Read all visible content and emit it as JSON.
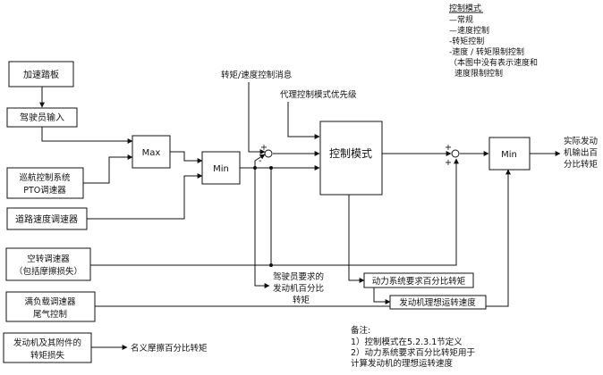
{
  "inputs": {
    "accel_pedal": "加速踏板",
    "driver_input": "驾驶员输入",
    "cruise_line1": "巡航控制系统",
    "cruise_line2": "PTO调速器",
    "road_speed_governor": "道路速度调速器",
    "idle_line1": "空转调速器",
    "idle_line2": "（包括摩擦损失）",
    "fullload_line1": "满负载调速器",
    "fullload_line2": "尾气控制",
    "accessory_line1": "发动机及其附件的",
    "accessory_line2": "转矩损失"
  },
  "blocks": {
    "max": "Max",
    "min1": "Min",
    "control_mode": "控制模式",
    "min2": "Min"
  },
  "labels": {
    "torque_speed_msg": "转矩/速度控制消息",
    "agent_priority": "代理控制模式优先级",
    "driver_req_line1": "驾驶员要求的",
    "driver_req_line2": "发动机百分比",
    "driver_req_line3": "转矩",
    "power_req": "动力系统要求百分比转矩",
    "ideal_speed": "发动机理想运转速度",
    "nominal_friction": "名义摩擦百分比转矩",
    "output_line1": "实际发动",
    "output_line2": "机输出百",
    "output_line3": "分比转矩",
    "plus": "+",
    "minus": "-"
  },
  "legend": {
    "title": "控制模式",
    "items": [
      "—常规",
      "—速度控制",
      " -转矩控制",
      " -速度 / 转矩限制控制",
      " （本图中没有表示速度和",
      "速度限制控制"
    ]
  },
  "notes": {
    "title": "备注:",
    "items": [
      "1）控制模式在5.2.3.1节定义",
      "2）动力系统要求百分比转矩用于",
      "计算发动机的理想运转速度"
    ]
  }
}
